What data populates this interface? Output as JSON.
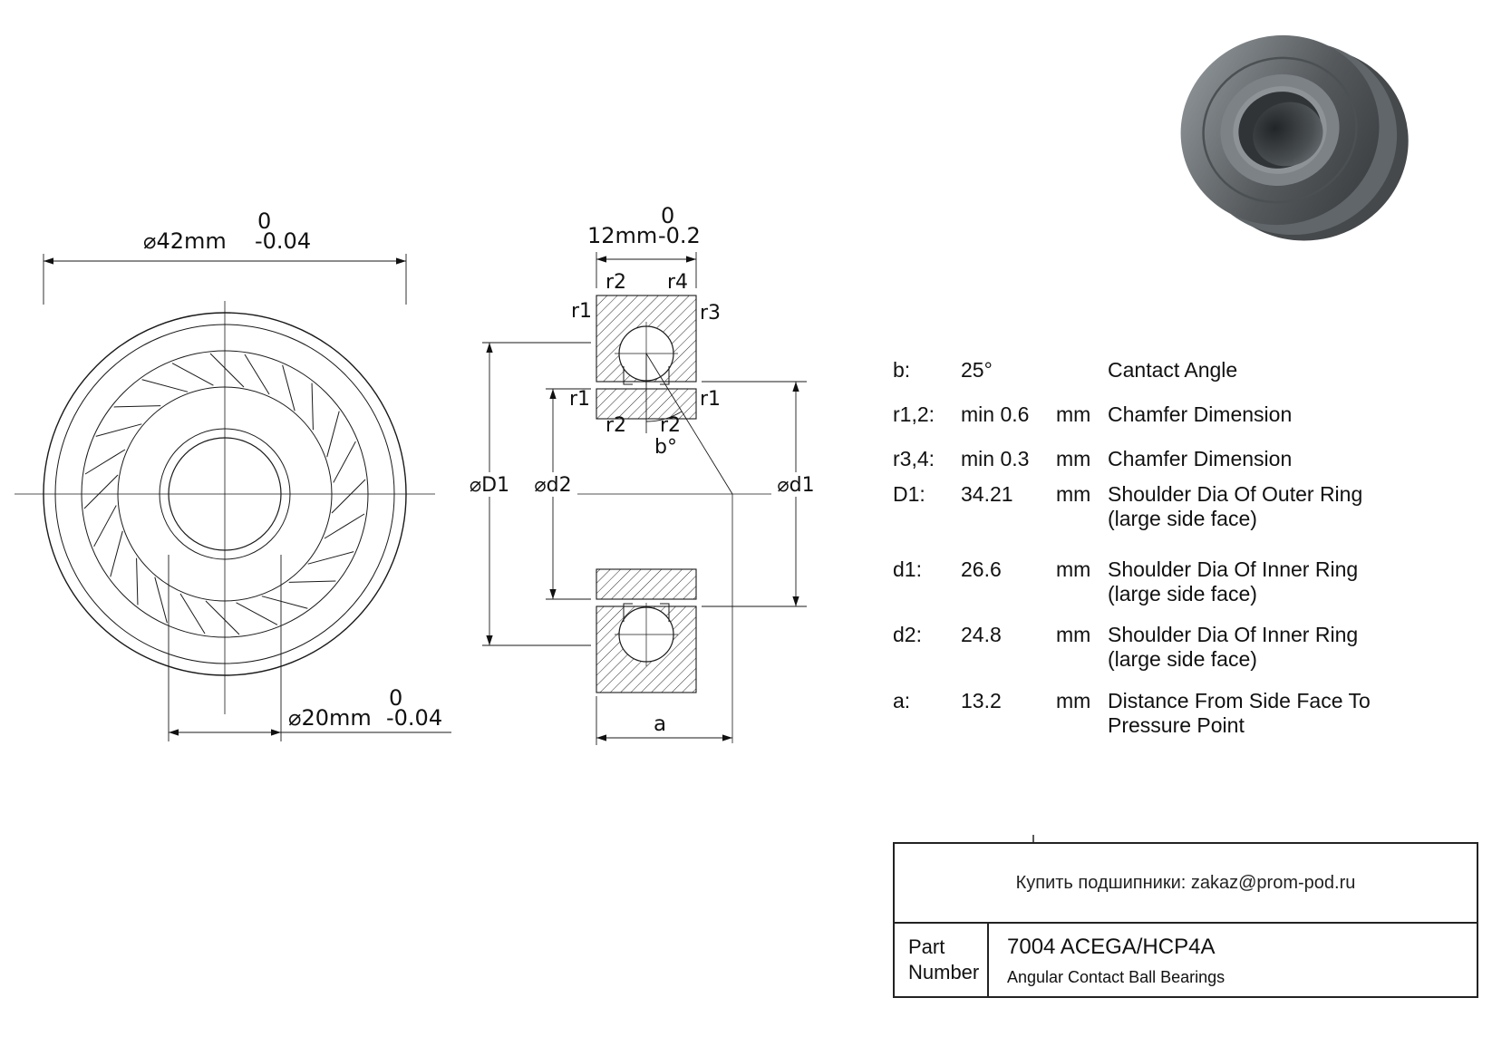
{
  "front_view": {
    "od": {
      "value": "⌀42mm",
      "tol_top": "0",
      "tol_bottom": "-0.04"
    },
    "bore": {
      "value": "⌀20mm",
      "tol_top": "0",
      "tol_bottom": "-0.04"
    }
  },
  "section_view": {
    "width": {
      "value": "12mm",
      "tol_top": "0",
      "tol_bottom": "-0.2"
    },
    "labels": {
      "r2_top_left": "r2",
      "r4_top_right": "r4",
      "r1_upper_left": "r1",
      "r3_upper_right": "r3",
      "r1_mid_left": "r1",
      "r1_mid_right": "r1",
      "r2_lower_left": "r2",
      "r2_lower_right": "r2",
      "contact_angle": "b°",
      "dia_D1": "⌀D1",
      "dia_d2": "⌀d2",
      "dia_d1": "⌀d1",
      "a_label": "a"
    }
  },
  "specs": [
    {
      "key": "b:",
      "value": "25°",
      "unit": "",
      "desc1": "Cantact Angle",
      "desc2": ""
    },
    {
      "key": "r1,2:",
      "value": "min 0.6",
      "unit": "mm",
      "desc1": "Chamfer Dimension",
      "desc2": ""
    },
    {
      "key": "r3,4:",
      "value": "min 0.3",
      "unit": "mm",
      "desc1": "Chamfer Dimension",
      "desc2": ""
    },
    {
      "key": "D1:",
      "value": "34.21",
      "unit": "mm",
      "desc1": "Shoulder Dia Of Outer Ring",
      "desc2": "(large side face)"
    },
    {
      "key": "d1:",
      "value": "26.6",
      "unit": "mm",
      "desc1": "Shoulder Dia Of Inner Ring",
      "desc2": "(large side face)"
    },
    {
      "key": "d2:",
      "value": "24.8",
      "unit": "mm",
      "desc1": "Shoulder Dia Of Inner Ring",
      "desc2": "(large side face)"
    },
    {
      "key": "a:",
      "value": "13.2",
      "unit": "mm",
      "desc1": "Distance From Side Face To",
      "desc2": "Pressure Point"
    }
  ],
  "title_block": {
    "contact_line": "Купить подшипники: zakaz@prom-pod.ru",
    "part_label": "Part Number",
    "part_number": "7004 ACEGA/HCP4A",
    "category": "Angular Contact Ball Bearings"
  },
  "colors": {
    "line": "#1a1a1a",
    "text": "#111111",
    "bearing_dark": "#3a3d40",
    "bearing_mid": "#6e7478",
    "bearing_light": "#999ea2"
  }
}
